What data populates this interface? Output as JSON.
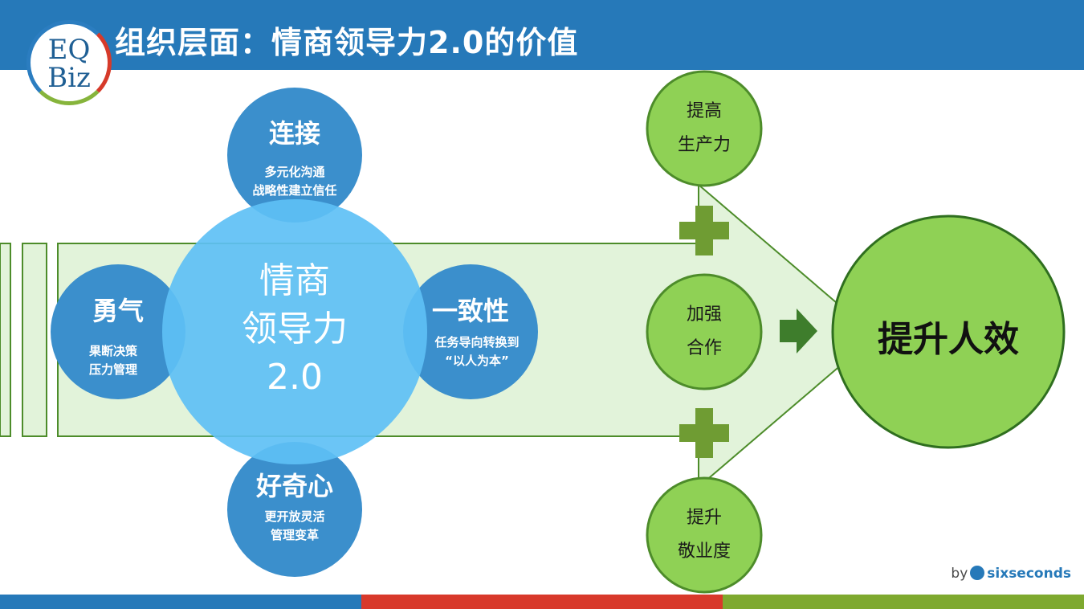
{
  "header": {
    "title": "组织层面：情商领导力2.0的价值"
  },
  "logo": {
    "line1": "EQ",
    "line2": "Biz",
    "icon": "eqbiz-logo-icon"
  },
  "core": {
    "line1": "情商",
    "line2": "领导力",
    "line3": "2.0"
  },
  "satellites": {
    "top": {
      "title": "连接",
      "line1": "多元化沟通",
      "line2": "战略性建立信任"
    },
    "left": {
      "title": "勇气",
      "line1": "果断决策",
      "line2": "压力管理"
    },
    "right": {
      "title": "一致性",
      "line1": "任务导向转换到",
      "line2": "“以人为本”"
    },
    "bottom": {
      "title": "好奇心",
      "line1": "更开放灵活",
      "line2": "管理变革"
    }
  },
  "outcomes": [
    {
      "line1": "提高",
      "line2": "生产力"
    },
    {
      "line1": "加强",
      "line2": "合作"
    },
    {
      "line1": "提升",
      "line2": "敬业度"
    }
  ],
  "result": {
    "label": "提升人效"
  },
  "brand": {
    "prefix": "by",
    "name": "sixseconds",
    "icon": "sixseconds-logo-icon"
  },
  "colors": {
    "header_blue": "#2679b9",
    "core_circle": "#5ec0f5",
    "satellite_circle": "#3b8fcc",
    "arrow_fill": "#e2f3da",
    "green_circle": "#8fd155",
    "green_border": "#4d8c2a",
    "plus_green": "#6f9c33",
    "arrow_dark_green": "#3e7d2c"
  }
}
